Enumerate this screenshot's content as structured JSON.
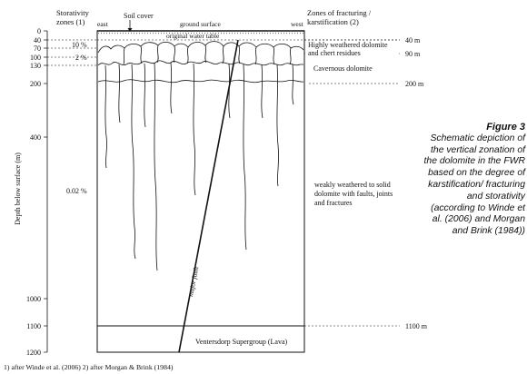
{
  "headers": {
    "storativity": [
      "Storativity",
      "zones (1)"
    ],
    "fracturing": [
      "Zones of fracturing /",
      "karstification (2)"
    ],
    "east": "east",
    "west": "west",
    "soil_cover": "Soil cover",
    "ground_surface": "ground surface",
    "water_table": "original water table"
  },
  "depth_axis": {
    "label": "Depth below surface (m)",
    "ticks": [
      "0",
      "40",
      "70",
      "100",
      "130",
      "200",
      "400",
      "1000",
      "1100",
      "1200"
    ]
  },
  "storativity_values": [
    "10 %",
    "2 %",
    "0.02 %"
  ],
  "fracture_zones": {
    "markers": [
      "40 m",
      "90 m",
      "200 m",
      "1100 m"
    ],
    "descriptions": [
      [
        "Highly weathered dolomite",
        "and chert residues"
      ],
      [
        "Cavernous dolomite"
      ],
      [
        "weakly weathered to solid",
        "dolomite with faults, joints",
        "and fractures"
      ]
    ]
  },
  "labels": {
    "fault": "major fault",
    "basement": "Ventersdorp Supergroup (Lava)"
  },
  "footnote": "1) after Winde et al. (2006) 2) after Morgan & Brink (1984)",
  "caption": {
    "title": "Figure 3",
    "lines": [
      "Schematic depiction of",
      "the vertical zonation of",
      "the dolomite in the FWR",
      "based on the degree of",
      "karstification/ fracturing",
      "and storativity",
      "(according to Winde et",
      "al. (2006) and Morgan",
      "and Brink (1984))"
    ]
  }
}
